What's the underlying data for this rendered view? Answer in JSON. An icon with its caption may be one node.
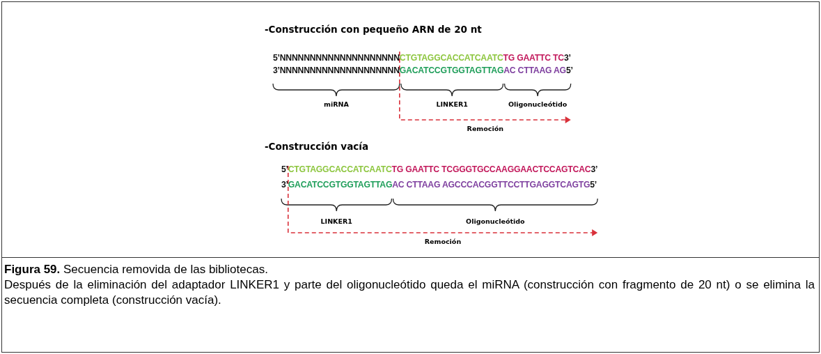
{
  "diagram": {
    "caption": "**Figura 59.** Secuencia removida de las bibliotecas.",
    "labels": [
      "-Construcción con pequeño ARN de 20 nt",
      "5’NNNNNNNNNNNNNNNNNNNNCTGTAGGCACCATCAATCTG GAATTC TC3’",
      "3’NNNNNNNNNNNNNNNNNNNNGACATCCGTGGTAGTTAGAC CTTAAG AG5’",
      "miRNA",
      "LINKER1",
      "Oligonucleótido",
      "Remoción",
      "-Construcción vacía",
      "5’CTGTAGGCACCATCAATCTG GAATTC TCGGGTGCCAAGGAACTCCAGTCAC3’",
      "3’GACATCCGTGGTAGTTAGAC CTTAAG AGCCCACGGTTCCTTGAGGTCAGTG5’",
      "LINKER1",
      "Oligonucleótido",
      "Remoción",
      "Después de la eliminación del adaptador LINKER1 y parte del oligonucleótido queda el miRNA (construcción con fragmento de 20 nt) o se elimina la secuencia completa (construcción vacía)."
    ]
  }
}
